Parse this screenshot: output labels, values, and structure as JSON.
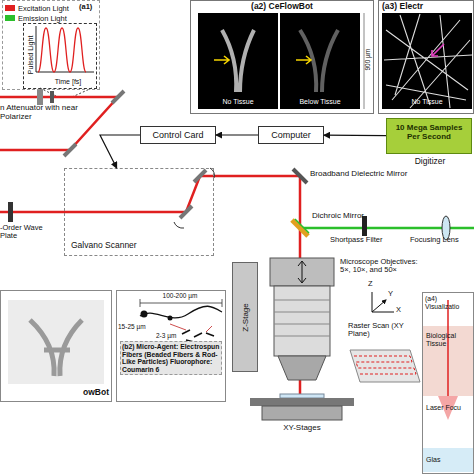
{
  "diagram": {
    "nodes": [
      {
        "text": [
          "(a1)"
        ]
      },
      {
        "text": [
          "Pulsed Light",
          "Time [fs]"
        ],
        "in": 0
      },
      {
        "text": [
          "(a2) CeFlowBot"
        ]
      },
      {
        "text": [
          "(a3) Electr"
        ]
      },
      {
        "text": [
          "Control Card"
        ]
      },
      {
        "text": [
          "Computer"
        ]
      },
      {
        "text": [
          "10 Mega Samples Per Second",
          "Digitizer"
        ]
      },
      {
        "text": [
          "Galvano Scanner"
        ]
      },
      {
        "text": [
          "Z-Stage"
        ]
      },
      {
        "text": [
          "owBot"
        ]
      },
      {
        "text": [
          "(b2) Micro-Agent: Electrospun Fibers (Beaded Fibers & Rod-Like Particles) Fluorophore: Coumarin 6"
        ]
      },
      {
        "text": [
          "(a4) Visualizatio"
        ]
      }
    ],
    "edges": [
      {
        "from": 6,
        "to": 5,
        "arrow": "to"
      },
      {
        "from": 5,
        "to": 4,
        "arrow": "to"
      },
      {
        "from": 4,
        "to": 7,
        "arrow": "to"
      }
    ],
    "labels": [
      "n Attenuator with near Polarizer",
      "Broadband Dielectric Mirror",
      "Dichroic Mirror",
      "Shortpass Filter",
      "Focusing Lens",
      "-Order Wave Plate",
      "Microscope Objectives: 5×, 10×, and 50×",
      "XY-Stages",
      "Raster Scan (XY Plane)",
      "X",
      "Y",
      "Z",
      "No Tissue",
      "Below Tissue",
      "900 µm",
      "No Tissue",
      "100-200 µm",
      "15-25 µm",
      "2-3 µm",
      "Biological Tissue",
      "Laser Focu",
      "Glas"
    ],
    "legend": [
      {
        "text": "Excitation Light",
        "color": "#e02020"
      },
      {
        "text": "Emission Light",
        "color": "#2bbf2b"
      }
    ]
  }
}
